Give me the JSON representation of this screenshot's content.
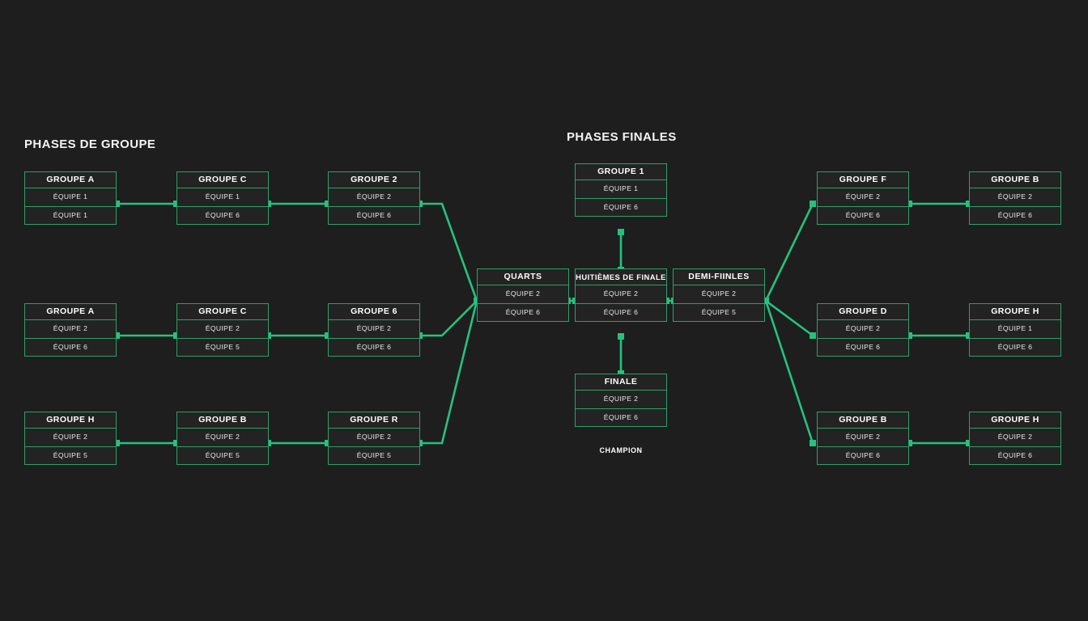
{
  "theme": {
    "background": "#1e1e1e",
    "box_fill": "#232323",
    "accent": "#2f9e6b",
    "line": "#24c281",
    "text": "#ffffff"
  },
  "titles": {
    "group_stage": "PHASES DE GROUPE",
    "finals_stage": "PHASES FINALES"
  },
  "champion_label": "CHAMPION",
  "left_bracket": {
    "rows": [
      {
        "boxes": [
          {
            "header": "GROUPE A",
            "team1": "ÉQUIPE 1",
            "team2": "ÉQUIPE 1"
          },
          {
            "header": "GROUPE C",
            "team1": "ÉQUIPE 1",
            "team2": "ÉQUIPE 6"
          },
          {
            "header": "GROUPE 2",
            "team1": "ÉQUIPE 2",
            "team2": "ÉQUIPE 6"
          }
        ]
      },
      {
        "boxes": [
          {
            "header": "GROUPE A",
            "team1": "ÉQUIPE 2",
            "team2": "ÉQUIPE 6"
          },
          {
            "header": "GROUPE C",
            "team1": "ÉQUIPE 2",
            "team2": "ÉQUIPE 5"
          },
          {
            "header": "GROUPE 6",
            "team1": "ÉQUIPE 2",
            "team2": "ÉQUIPE 6"
          }
        ]
      },
      {
        "boxes": [
          {
            "header": "GROUPE H",
            "team1": "ÉQUIPE 2",
            "team2": "ÉQUIPE 5"
          },
          {
            "header": "GROUPE B",
            "team1": "ÉQUIPE 2",
            "team2": "ÉQUIPE 5"
          },
          {
            "header": "GROUPE R",
            "team1": "ÉQUIPE 2",
            "team2": "ÉQUIPE 5"
          }
        ]
      }
    ]
  },
  "center": {
    "top": {
      "header": "GROUPE 1",
      "team1": "ÉQUIPE 1",
      "team2": "ÉQUIPE 6"
    },
    "quarters": {
      "header": "QUARTS",
      "team1": "ÉQUIPE 2",
      "team2": "ÉQUIPE 6"
    },
    "round_of_16": {
      "header": "HUITIÈMES DE FINALE",
      "team1": "ÉQUIPE 2",
      "team2": "ÉQUIPE 6"
    },
    "semis": {
      "header": "DEMI-FIINLES",
      "team1": "ÉQUIPE 2",
      "team2": "ÉQUIPE 5"
    },
    "final": {
      "header": "FINALE",
      "team1": "ÉQUIPE 2",
      "team2": "ÉQUIPE 6"
    }
  },
  "right_bracket": {
    "rows": [
      {
        "boxes": [
          {
            "header": "GROUPE F",
            "team1": "ÉQUIPE 2",
            "team2": "ÉQUIPE 6"
          },
          {
            "header": "GROUPE B",
            "team1": "ÉQUIPE 2",
            "team2": "ÉQUIPE 6"
          }
        ]
      },
      {
        "boxes": [
          {
            "header": "GROUPE D",
            "team1": "ÉQUIPE 2",
            "team2": "ÉQUIPE 6"
          },
          {
            "header": "GROUPE H",
            "team1": "ÉQUIPE 1",
            "team2": "ÉQUIPE 6"
          }
        ]
      },
      {
        "boxes": [
          {
            "header": "GROUPE B",
            "team1": "ÉQUIPE 2",
            "team2": "ÉQUIPE 6"
          },
          {
            "header": "GROUPE H",
            "team1": "ÉQUIPE 2",
            "team2": "ÉQUIPE 6"
          }
        ]
      }
    ]
  }
}
